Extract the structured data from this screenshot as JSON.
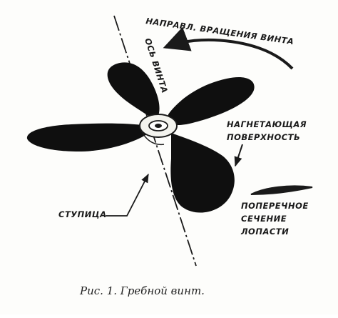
{
  "figure": {
    "labels": {
      "rotation_direction": "НАПРАВЛ. ВРАЩЕНИЯ ВИНТА",
      "propeller_axis": "ОСЬ ВИНТА",
      "pressure_surface_line1": "НАГНЕТАЮЩАЯ",
      "pressure_surface_line2": "ПОВЕРХНОСТЬ",
      "hub": "СТУПИЦА",
      "cross_section_line1": "ПОПЕРЕЧНОЕ",
      "cross_section_line2": "СЕЧЕНИЕ",
      "cross_section_line3": "ЛОПАСТИ"
    },
    "caption": "Рис. 1. Гребной винт."
  },
  "colors": {
    "ink": "#1a1a1a",
    "paper": "#fdfdfb"
  }
}
